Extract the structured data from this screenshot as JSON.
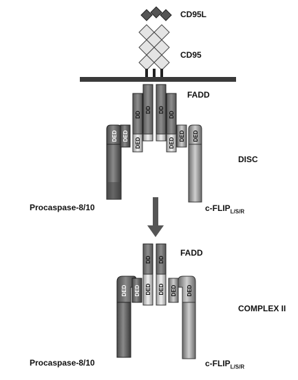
{
  "labels": {
    "ligand": "CD95L",
    "receptor": "CD95",
    "fadd_top": "FADD",
    "disc": "DISC",
    "procaspase_top": "Procaspase-8/10",
    "cflip_top_main": "c-FLIP",
    "cflip_top_sub": "L/S/R",
    "fadd_bottom": "FADD",
    "complex2": "COMPLEX II",
    "procaspase_bottom": "Procaspase-8/10",
    "cflip_bottom_main": "c-FLIP",
    "cflip_bottom_sub": "L/S/R"
  },
  "domains": {
    "dd": "DD",
    "ded": "DED"
  }
}
